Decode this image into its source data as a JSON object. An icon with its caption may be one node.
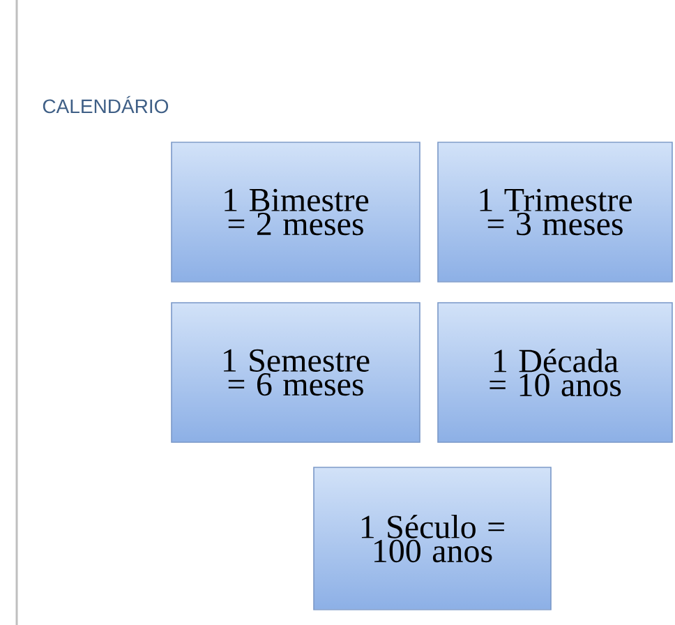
{
  "diagram": {
    "title": "CALENDÁRIO",
    "nodes": [
      {
        "text": [
          "1 Bimestre = 2 meses"
        ]
      },
      {
        "text": [
          "1 Trimestre = 3 meses"
        ]
      },
      {
        "text": [
          "1 Semestre = 6 meses"
        ]
      },
      {
        "text": [
          "1 Década = 10 anos"
        ]
      },
      {
        "text": [
          "1 Século = 100 anos"
        ]
      }
    ]
  }
}
